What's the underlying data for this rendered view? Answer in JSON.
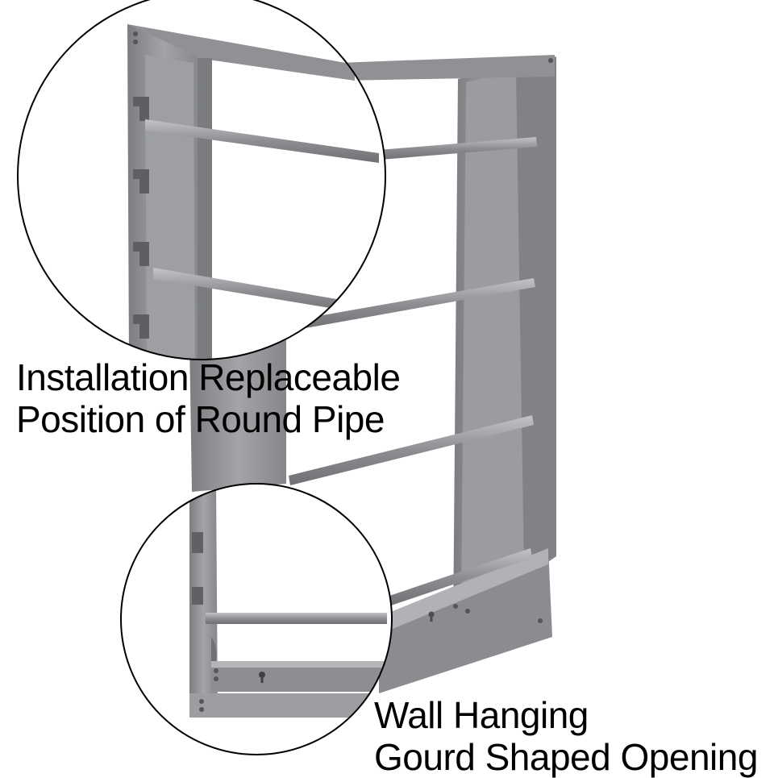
{
  "image": {
    "subject": "wall-mounted-rack",
    "colors": {
      "background": "#ffffff",
      "frame": "#8d8f93",
      "frame_dark": "#6f7175",
      "frame_light": "#b4b6ba",
      "rod": "#9a9ca0",
      "outline": "#000000"
    }
  },
  "captions": {
    "top_line1": "Installation Replaceable",
    "top_line2": "Position of Round Pipe",
    "bottom_line1": "Wall Hanging",
    "bottom_line2": "Gourd Shaped Opening"
  }
}
